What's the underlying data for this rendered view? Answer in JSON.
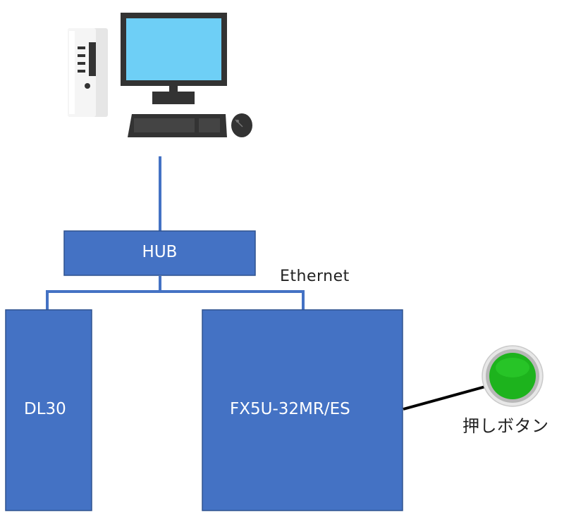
{
  "nodes": {
    "hub": {
      "label": "HUB"
    },
    "dl30": {
      "label": "DL30"
    },
    "plc": {
      "label": "FX5U-32MR/ES"
    }
  },
  "labels": {
    "network": "Ethernet",
    "push_button": "押しボタン"
  },
  "icons": {
    "computer": "desktop-computer-icon",
    "push_button": "green-push-button-icon"
  },
  "colors": {
    "node_fill": "#4472C4",
    "node_stroke": "#2F528F",
    "connection_line": "#4472C4",
    "wire_line": "#000000",
    "button_green": "#1DB31D",
    "monitor_screen": "#6ECFF6",
    "device_dark": "#333333"
  }
}
